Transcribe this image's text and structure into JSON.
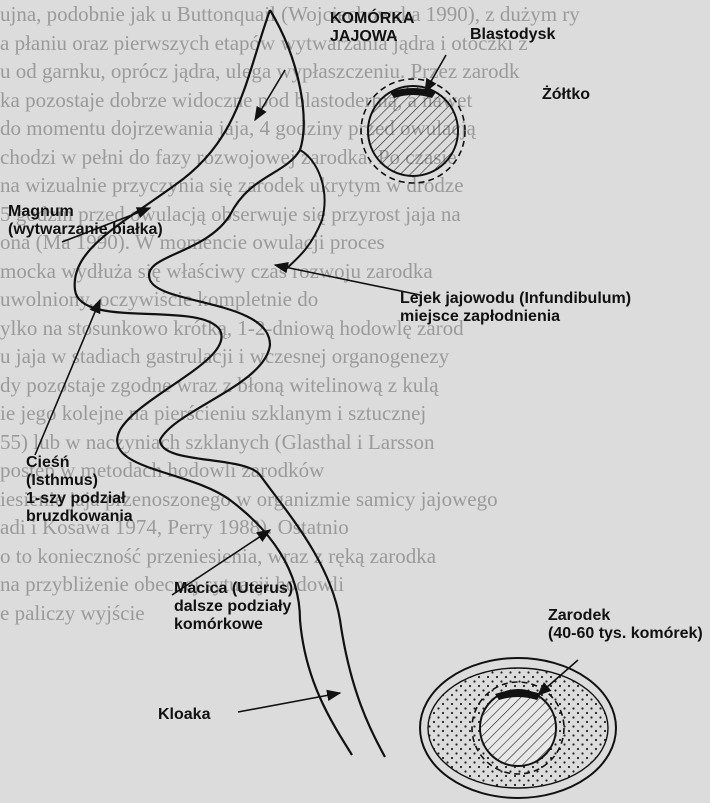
{
  "background_text": [
    "ujna, podobnie jak u Buttonquail (Wojciechowska 1990), z dużym ry",
    "a płaniu oraz pierwszych etapów wytwarzania jądra i otoczki ż",
    "u od garnku, oprócz jądra, ulega wypłaszczeniu. Przez zarodk",
    "ka pozostaje dobrze widoczne pod blastodermą, a nawet",
    "do momentu dojrzewania jaja, 4 godziny przed owulacją",
    "chodzi w pełni do fazy rozwojowej zarodka. Po czasie",
    "na wizualnie przyczynia się zarodek ukrytym w drodze",
    "5 godzin przed owulacją obserwuje się przyrost jaja na",
    "ona (Ma 1990). W momencie owulacji proces",
    "mocka wydłuża się właściwy czas rozwoju zarodka",
    "uwolniony, oczywiście kompletnie do",
    "ylko na stosunkowo krótką, 1-2-dniową hodowlę zarod",
    "u jaja w stadiach gastrulacji i wczesnej organogenezy",
    "dy pozostaje zgodne wraz z błoną witelinową z kulą",
    "ie jego kolejne na pierścieniu szklanym i sztucznej",
    "55) lub w naczyniach szklanych (Glasthal i Larsson",
    "postęp w metodach hodowli zarodków",
    "iesienie jaja przenoszonego w organizmie samicy jajowego",
    "adi i Kosawa 1974, Perry 1988). Ostatnio",
    "o to konieczność przeniesienia, wraz z ręką zarodka",
    "na przybliżenie obecnej sytuacji hodowli",
    "e paliczy wyjście"
  ],
  "labels": {
    "egg_cell": [
      "KOMÓRKA",
      "JAJOWA"
    ],
    "blastodisk": "Blastodysk",
    "yolk": "Żółtko",
    "magnum": [
      "Magnum",
      "(wytwarzanie białka)"
    ],
    "infundibulum": [
      "Lejek jajowodu (Infundibulum)",
      "miejsce zapłodnienia"
    ],
    "isthmus": [
      "Cieśń",
      "(Isthmus)",
      "1-szy podział",
      "bruzdkowania"
    ],
    "uterus": [
      "Macica (Uterus)",
      "dalsze podziały",
      "komórkowe"
    ],
    "embryo": [
      "Zarodek",
      "(40-60 tys. komórek)"
    ],
    "cloaca": "Kloaka"
  }
}
